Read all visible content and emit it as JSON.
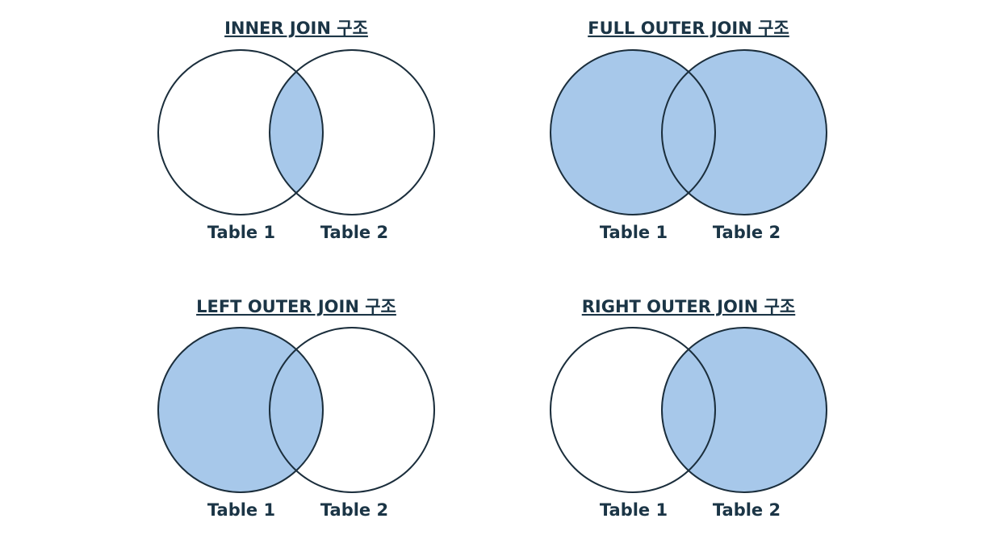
{
  "colors": {
    "fill": "#a7c8ea",
    "outline": "#1b2e3c",
    "text": "#1b3546",
    "background": "#ffffff"
  },
  "panels": [
    {
      "title": "INNER JOIN 구조",
      "highlight": "intersection",
      "left_label": "Table 1",
      "right_label": "Table 2"
    },
    {
      "title": "FULL OUTER JOIN 구조",
      "highlight": "union",
      "left_label": "Table 1",
      "right_label": "Table 2"
    },
    {
      "title": "LEFT OUTER JOIN 구조",
      "highlight": "left",
      "left_label": "Table 1",
      "right_label": "Table 2"
    },
    {
      "title": "RIGHT OUTER JOIN 구조",
      "highlight": "right",
      "left_label": "Table 1",
      "right_label": "Table 2"
    }
  ]
}
